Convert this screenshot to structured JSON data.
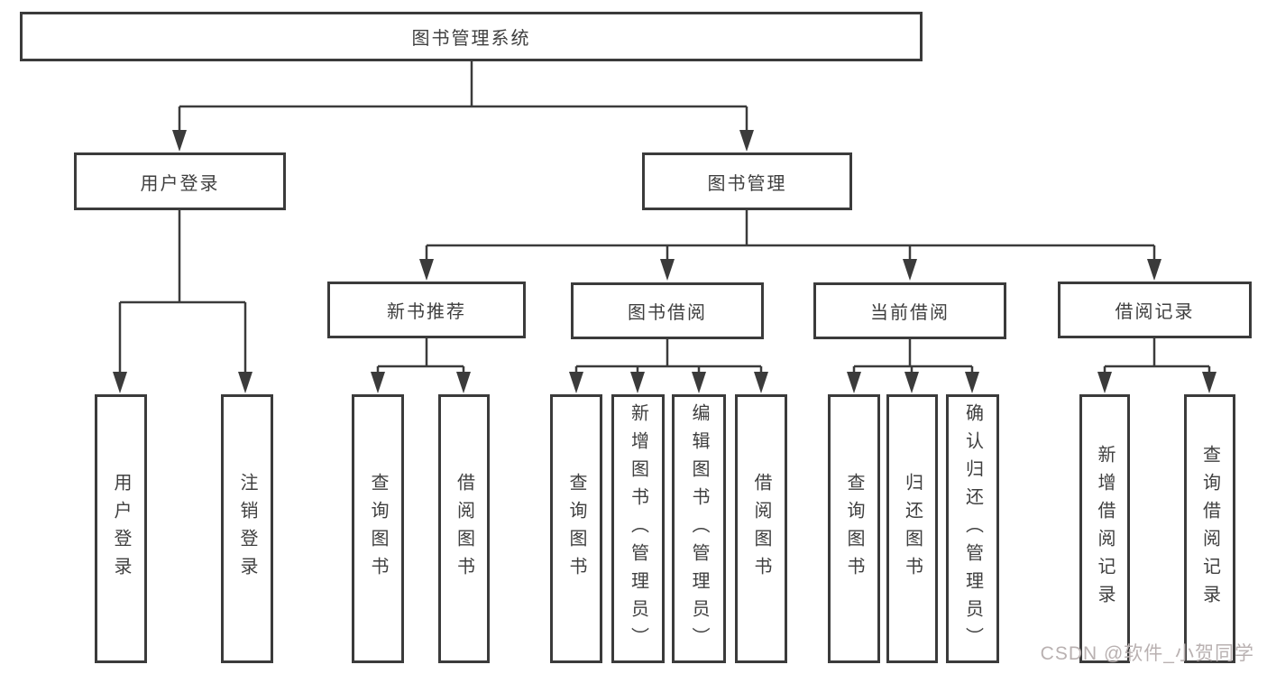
{
  "diagram": {
    "root": {
      "label": "图书管理系统"
    },
    "branches": [
      {
        "label": "用户登录",
        "children": [
          {
            "label": "用户登录"
          },
          {
            "label": "注销登录"
          }
        ]
      },
      {
        "label": "图书管理",
        "children": [
          {
            "label": "新书推荐",
            "children": [
              {
                "label": "查询图书"
              },
              {
                "label": "借阅图书"
              }
            ]
          },
          {
            "label": "图书借阅",
            "children": [
              {
                "label": "查询图书"
              },
              {
                "label": "新增图书（管理员）"
              },
              {
                "label": "编辑图书（管理员）"
              },
              {
                "label": "借阅图书"
              }
            ]
          },
          {
            "label": "当前借阅",
            "children": [
              {
                "label": "查询图书"
              },
              {
                "label": "归还图书"
              },
              {
                "label": "确认归还（管理员）"
              }
            ]
          },
          {
            "label": "借阅记录",
            "children": [
              {
                "label": "新增借阅记录"
              },
              {
                "label": "查询借阅记录"
              }
            ]
          }
        ]
      }
    ]
  },
  "watermark": {
    "text": "CSDN @软件_小贺同学"
  },
  "colors": {
    "line": "#3b3b3b",
    "text": "#3f3f3f",
    "background": "#ffffff",
    "watermark": "#b9b1b1"
  }
}
